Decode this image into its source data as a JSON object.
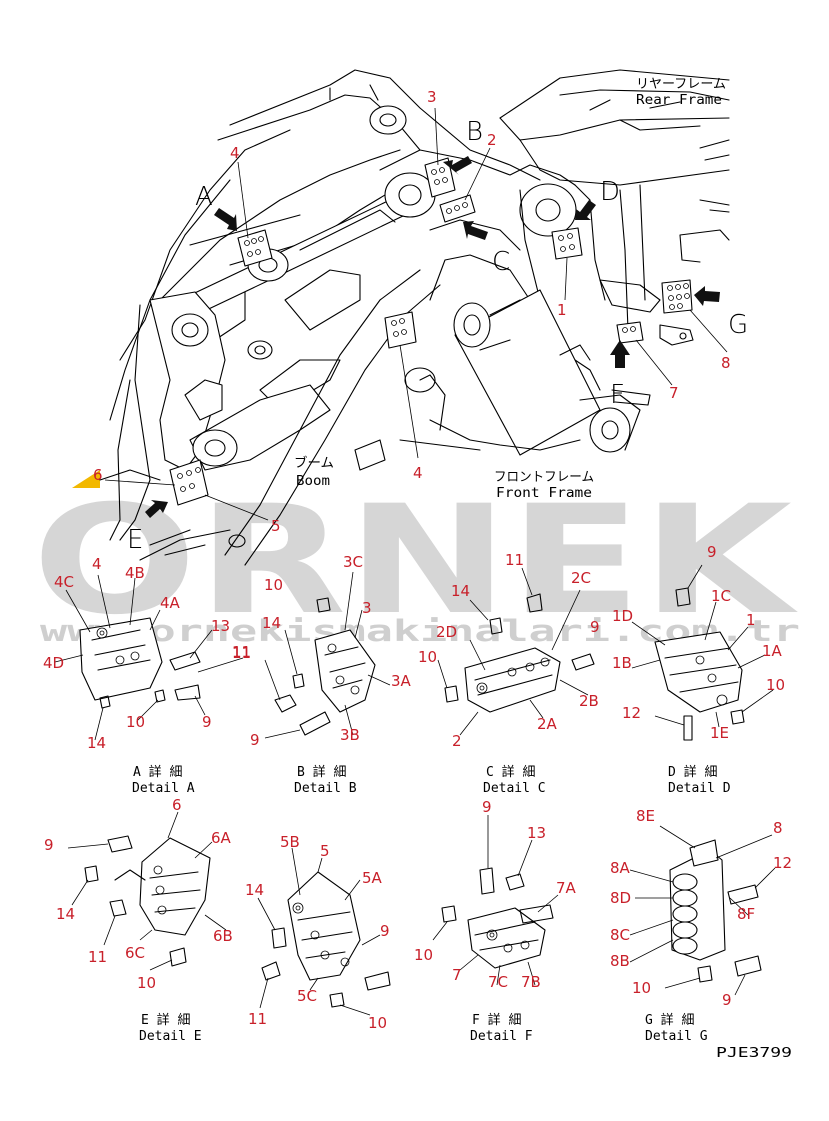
{
  "watermark": {
    "brand": "ORNEK",
    "url": "www.ornekismakinalari.com.tr",
    "accent_color": "#f2b800",
    "letter_color": "#d6d6d6"
  },
  "frames": {
    "rear_jp": "リヤーフレーム",
    "rear_en": "Rear Frame",
    "front_jp": "フロントフレーム",
    "front_en": "Front Frame",
    "boom_jp": "ブーム",
    "boom_en": "Boom"
  },
  "view_letters": [
    "A",
    "B",
    "C",
    "D",
    "E",
    "F",
    "G"
  ],
  "drawing_code": "PJE3799",
  "overview_callouts": [
    "3",
    "2",
    "4",
    "1",
    "8",
    "7",
    "4",
    "6",
    "5"
  ],
  "details": [
    {
      "id": "A",
      "jp": "A 詳 細",
      "en": "Detail A",
      "labels": [
        "4",
        "4C",
        "4B",
        "4A",
        "4D",
        "13",
        "11",
        "9",
        "10",
        "14"
      ]
    },
    {
      "id": "B",
      "jp": "B 詳 細",
      "en": "Detail B",
      "labels": [
        "3C",
        "3",
        "10",
        "14",
        "11",
        "3A",
        "3B",
        "9"
      ]
    },
    {
      "id": "C",
      "jp": "C 詳 細",
      "en": "Detail C",
      "labels": [
        "11",
        "2C",
        "14",
        "9",
        "2D",
        "10",
        "2B",
        "2A",
        "2"
      ]
    },
    {
      "id": "D",
      "jp": "D 詳 細",
      "en": "Detail D",
      "labels": [
        "9",
        "1C",
        "1D",
        "1",
        "1B",
        "1A",
        "10",
        "12",
        "1E"
      ]
    },
    {
      "id": "E",
      "jp": "E 詳 細",
      "en": "Detail E",
      "labels": [
        "6",
        "6A",
        "9",
        "14",
        "6C",
        "6B",
        "11",
        "10"
      ]
    },
    {
      "id": "F",
      "jp": "F 詳 細",
      "en": "Detail F",
      "labels": [
        "9",
        "13",
        "7A",
        "10",
        "7",
        "7C",
        "7B"
      ]
    },
    {
      "id": "G",
      "jp": "G 詳 細",
      "en": "Detail G",
      "labels": [
        "8E",
        "8",
        "8A",
        "12",
        "8D",
        "8F",
        "8C",
        "8B",
        "10",
        "9"
      ]
    }
  ],
  "detail_E_top": {
    "labels": [
      "5B",
      "5",
      "5A",
      "14",
      "9",
      "5C",
      "11",
      "10"
    ]
  }
}
